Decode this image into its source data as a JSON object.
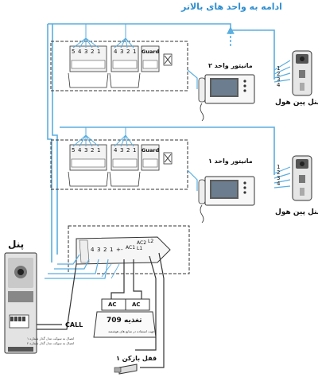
{
  "title_top": "ادامه به واحد های بالاتر",
  "unit2": {
    "monitor_label": "مانیتور واحد ۲",
    "terminals_left": [
      "5",
      "4",
      "3",
      "2",
      "1"
    ],
    "terminals_mid": [
      "4",
      "3",
      "2",
      "1"
    ],
    "guard_label": "Guard",
    "pin_numbers": [
      "1",
      "2",
      "3",
      "4"
    ],
    "panel_label": "پنل پین هول"
  },
  "unit1": {
    "monitor_label": "مانیتور واحد ۱",
    "terminals_left": [
      "5",
      "4",
      "3",
      "2",
      "1"
    ],
    "terminals_mid": [
      "4",
      "3",
      "2",
      "1"
    ],
    "guard_label": "Guard",
    "pin_numbers": [
      "1",
      "2",
      "3",
      "4"
    ],
    "panel_label": "پنل پین هول"
  },
  "panel_label": "پنل",
  "strip_terminals": [
    "4",
    "3",
    "2",
    "1",
    "+",
    "-",
    "AC1",
    "AC2\nL1",
    "L2"
  ],
  "call_label": "CALL",
  "supply": {
    "ac_left": "AC",
    "ac_right": "AC",
    "model": "709",
    "name": "تغذیه",
    "note": "جهت استفاده در منابع های هوشمند"
  },
  "lock_label": "قفل بازکن ۱",
  "panel_notes": [
    "اتصال به سوکت مدل گذار شماره ۱",
    "اتصال به سوکت مدل گذار شماره ۲"
  ],
  "colors": {
    "wire_blue": "#5aaee0",
    "wire_dark": "#333333",
    "accent_title": "#2f8fd0"
  }
}
